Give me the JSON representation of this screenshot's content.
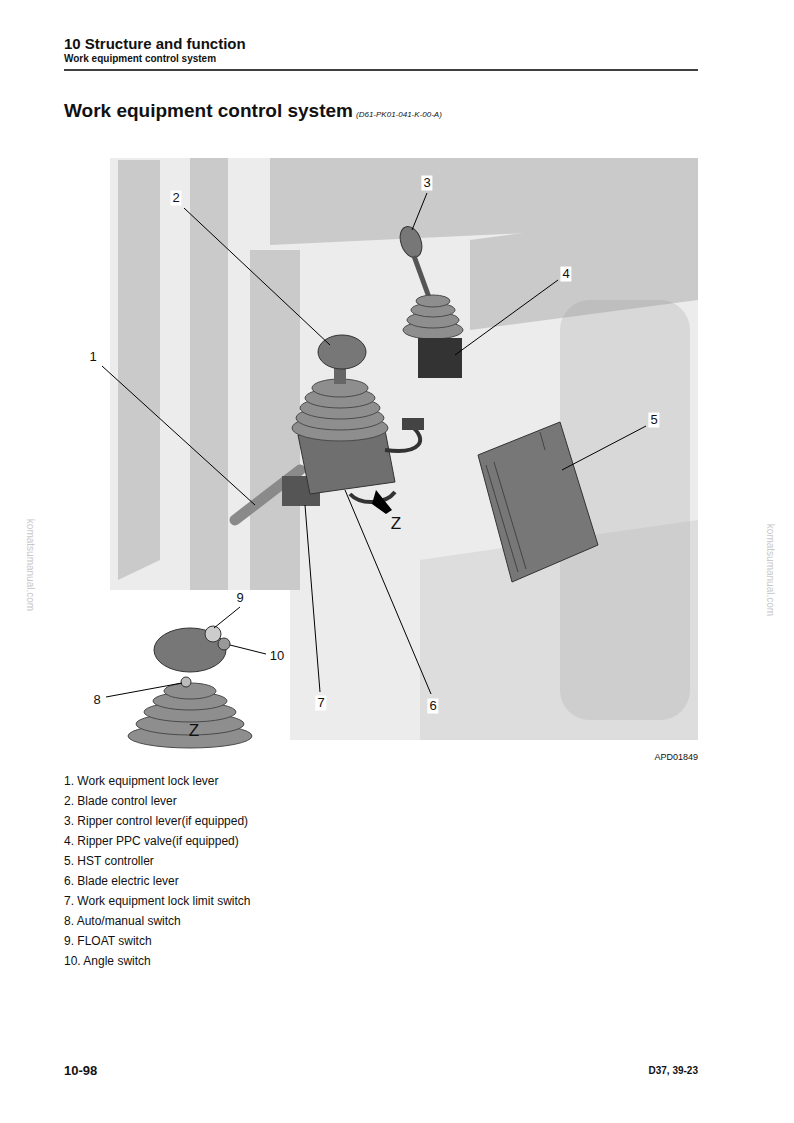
{
  "diagram": {
    "title": "Work equipment control system",
    "labels": [
      "10 Structure and function",
      "Work equipment control system",
      "(D61-PK01-041-K-00-A)",
      "1",
      "2",
      "3",
      "4",
      "5",
      "6",
      "7",
      "8",
      "9",
      "10",
      "Z",
      "Z",
      "APD01849",
      "1. Work equipment lock lever",
      "2. Blade control lever",
      "3. Ripper control lever(if equipped)",
      "4. Ripper PPC valve(if equipped)",
      "5. HST controller",
      "6. Blade electric lever",
      "7. Work equipment lock limit switch",
      "8. Auto/manual switch",
      "9. FLOAT switch",
      "10. Angle switch",
      "10-98",
      "D37, 39-23",
      "komatsumanual.com",
      "komatsumanual.com"
    ]
  }
}
